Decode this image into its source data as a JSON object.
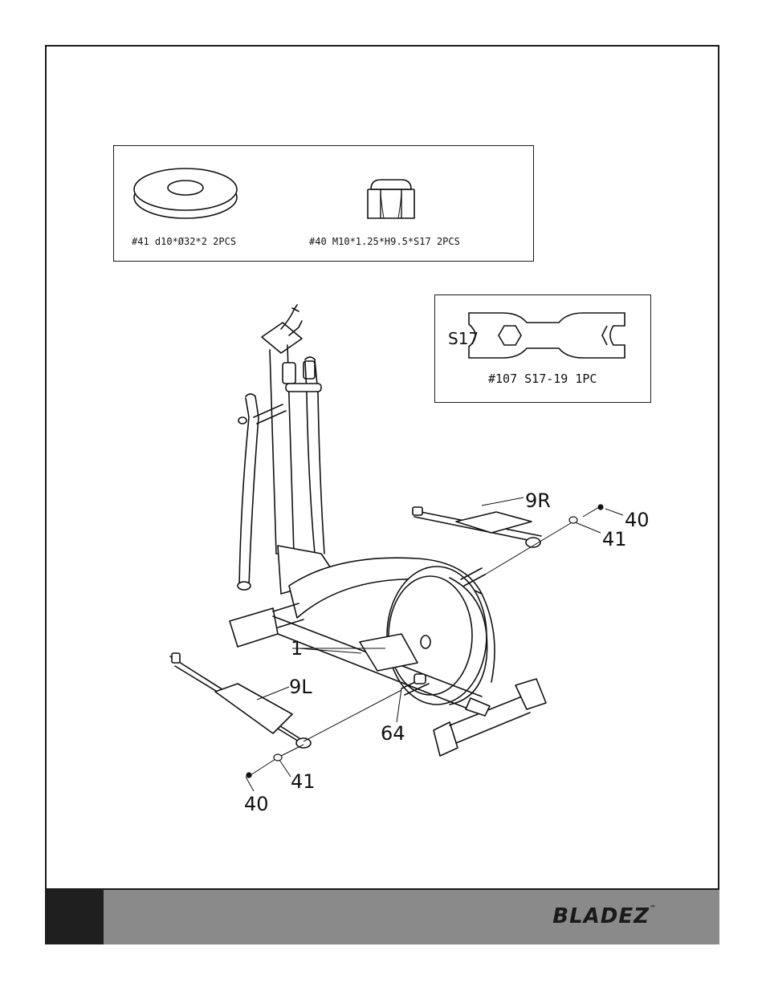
{
  "hardware": {
    "washer_caption": "#41 d10*Ø32*2 2PCS",
    "nut_caption": "#40 M10*1.25*H9.5*S17 2PCS"
  },
  "tool": {
    "wrench_size_label": "S17",
    "wrench_caption": "#107 S17-19 1PC"
  },
  "callouts": {
    "pedal_right": "9R",
    "pedal_left": "9L",
    "nut_right": "40",
    "washer_right": "41",
    "frame": "1",
    "axle": "64",
    "washer_left": "41",
    "nut_left": "40"
  },
  "footer": {
    "brand": "BLADEZ",
    "trademark": "™"
  },
  "icons": [
    "washer-icon",
    "nut-icon",
    "wrench-icon",
    "hexagon-icon"
  ]
}
